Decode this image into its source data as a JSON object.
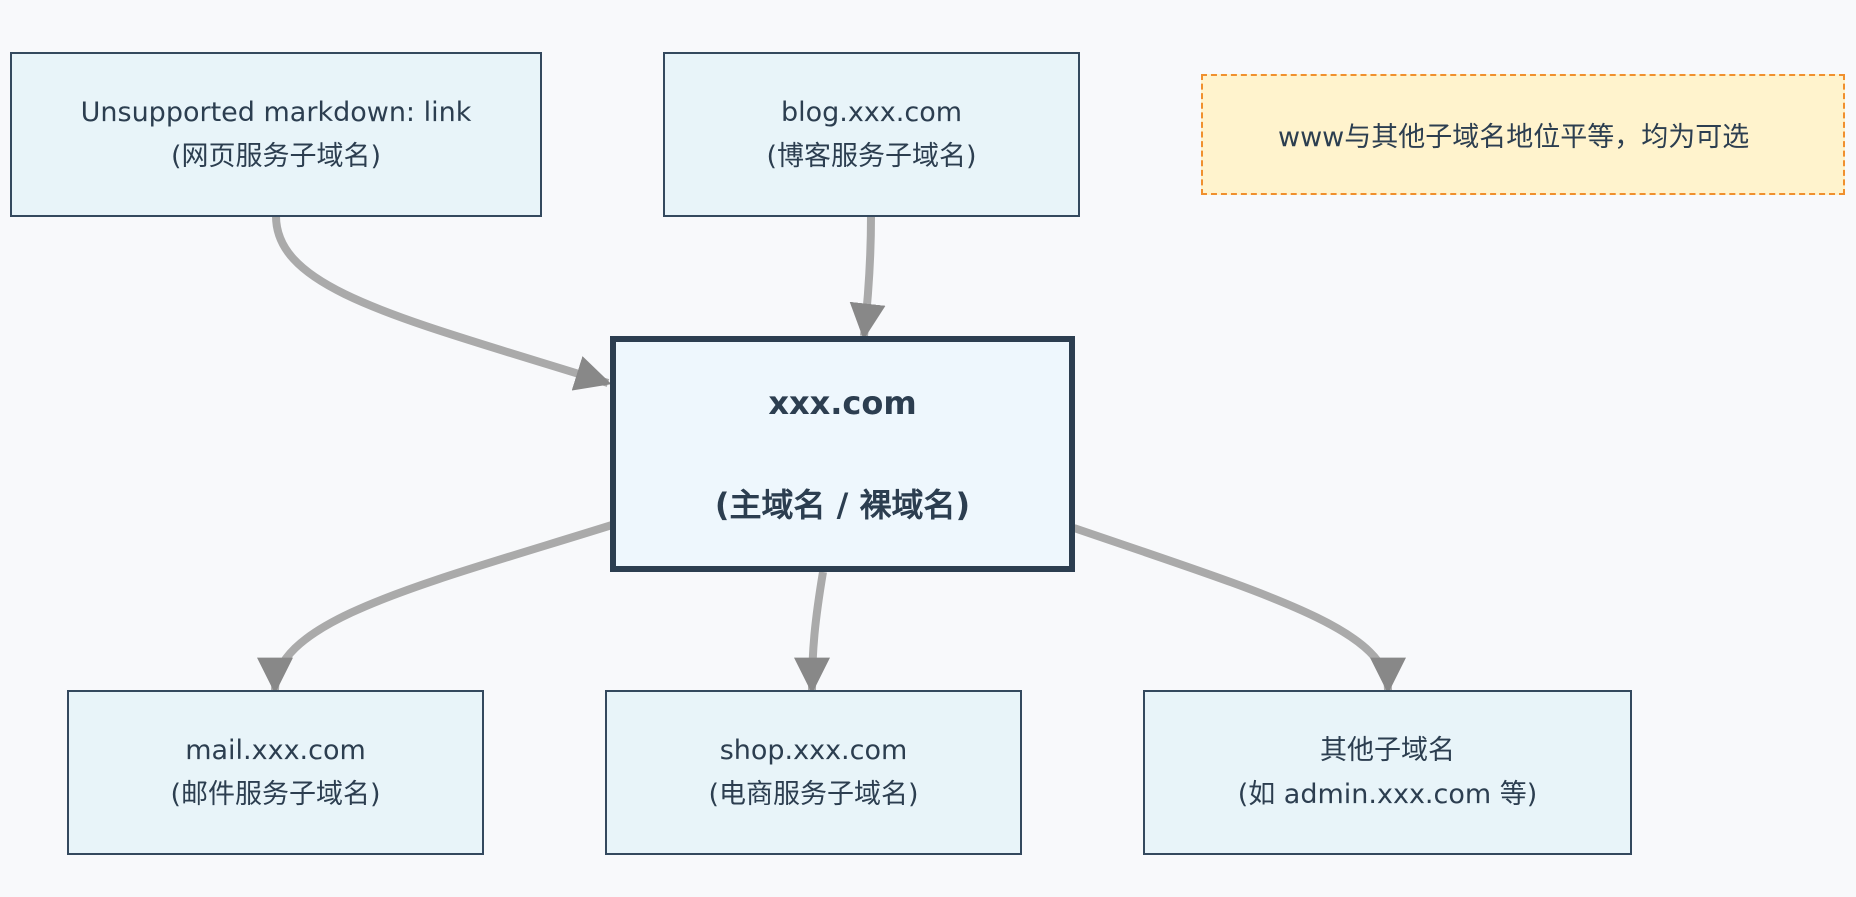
{
  "nodes": {
    "www": {
      "line1": "Unsupported markdown: link",
      "line2": "(网页服务子域名)"
    },
    "blog": {
      "line1": "blog.xxx.com",
      "line2": "(博客服务子域名)"
    },
    "main": {
      "line1": "xxx.com",
      "line2": "(主域名 / 裸域名)"
    },
    "mail": {
      "line1": "mail.xxx.com",
      "line2": "(邮件服务子域名)"
    },
    "shop": {
      "line1": "shop.xxx.com",
      "line2": "(电商服务子域名)"
    },
    "other": {
      "line1": "其他子域名",
      "line2": "(如 admin.xxx.com 等)"
    }
  },
  "note": {
    "text": "www与其他子域名地位平等，均为可选"
  },
  "colors": {
    "edge": "#aaaaaa",
    "node_fill": "#e8f4f9",
    "node_border": "#34495e",
    "note_fill": "#fff3cd",
    "note_border": "#f0902e"
  }
}
